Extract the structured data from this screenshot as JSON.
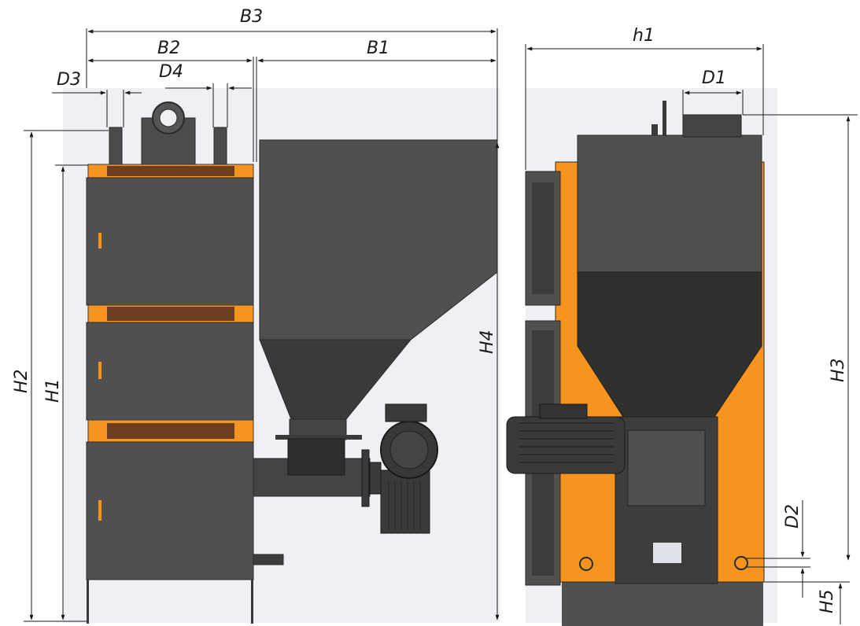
{
  "colors": {
    "steel": "#505050",
    "steel_dark": "#3a3a3a",
    "steel_light": "#5e5e5e",
    "orange": "#f5951f",
    "brown": "#6b3f1f",
    "background_tint": "#eef0f4",
    "dimension_line": "#1a1a1a"
  },
  "dimensions": {
    "b3": "B3",
    "b2": "B2",
    "b1": "B1",
    "d3": "D3",
    "d4": "D4",
    "h2": "H2",
    "h1": "H1",
    "h4": "H4",
    "h1_lower": "h1",
    "d1": "D1",
    "h3": "H3",
    "d2": "D2",
    "h5": "H5"
  }
}
